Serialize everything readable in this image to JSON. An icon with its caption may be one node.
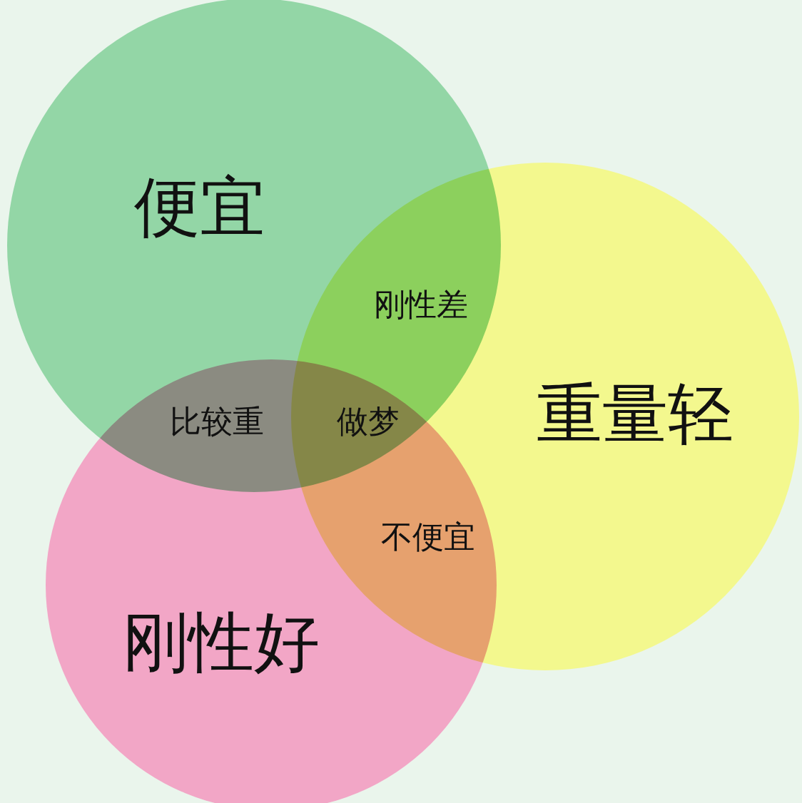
{
  "diagram": {
    "nodes": [
      {
        "text": [
          "便宜"
        ]
      },
      {
        "text": [
          "重量轻"
        ]
      },
      {
        "text": [
          "刚性好"
        ]
      }
    ],
    "labels": [
      "刚性差",
      "比较重",
      "做梦",
      "不便宜"
    ]
  }
}
